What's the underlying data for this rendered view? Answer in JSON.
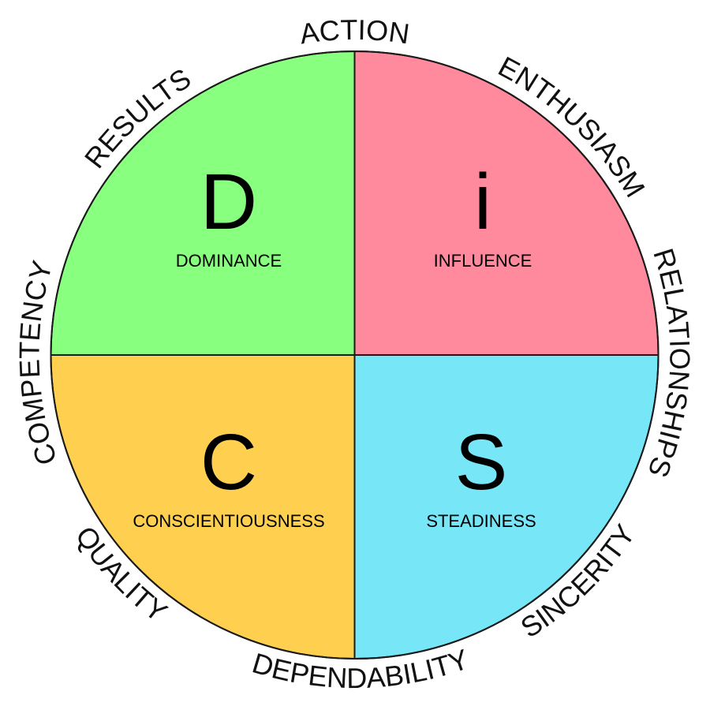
{
  "quadrants": [
    {
      "id": "d",
      "letter": "D",
      "name": "DOMINANCE",
      "color": "#88FF7F"
    },
    {
      "id": "i",
      "letter": "i",
      "name": "INFLUENCE",
      "color": "#FF8A9E"
    },
    {
      "id": "s",
      "letter": "S",
      "name": "STEADINESS",
      "color": "#77E6F7"
    },
    {
      "id": "c",
      "letter": "C",
      "name": "CONSCIENTIOUSNESS",
      "color": "#FFD04F"
    }
  ],
  "outer_labels": {
    "action": "ACTION",
    "enthusiasm": "ENTHUSIASM",
    "relationships": "RELATIONSHIPS",
    "sincerity": "SINCERITY",
    "dependability": "DEPENDABILITY",
    "quality": "QUALITY",
    "competency": "COMPETENCY",
    "results": "RESULTS"
  }
}
